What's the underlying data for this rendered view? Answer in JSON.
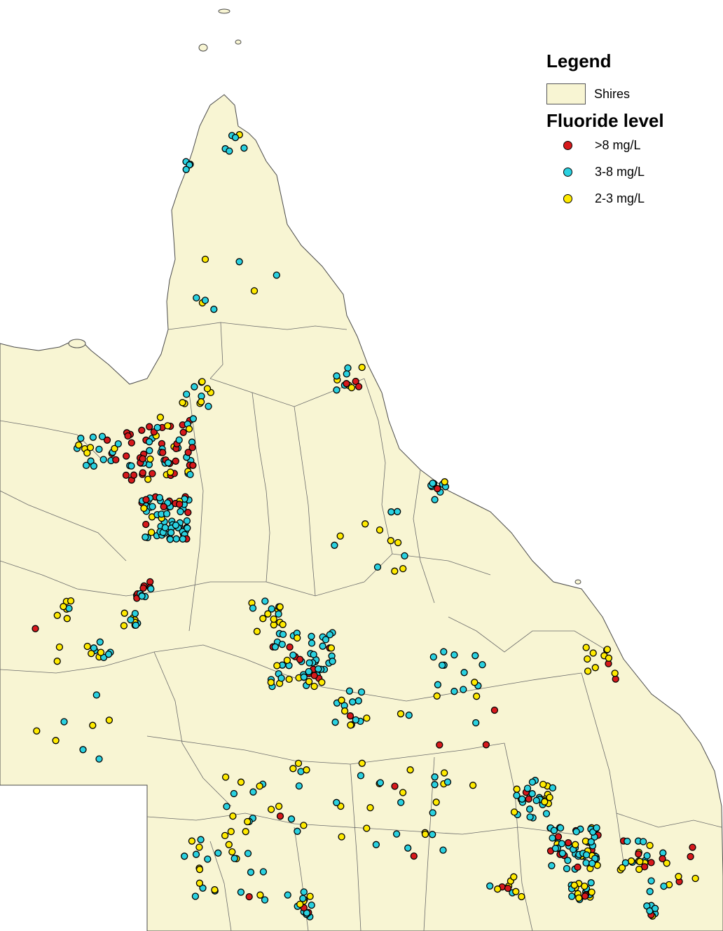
{
  "legend": {
    "title": "Legend",
    "shires_label": "Shires",
    "fluoride_title": "Fluoride level",
    "levels": [
      {
        "label": ">8 mg/L",
        "color": "#d7191c"
      },
      {
        "label": "3-8 mg/L",
        "color": "#2ad1e0"
      },
      {
        "label": "2-3 mg/L",
        "color": "#ffea00"
      }
    ]
  },
  "colors": {
    "shire_fill": "#f8f5d3",
    "boundary": "#4a4a4a"
  }
}
